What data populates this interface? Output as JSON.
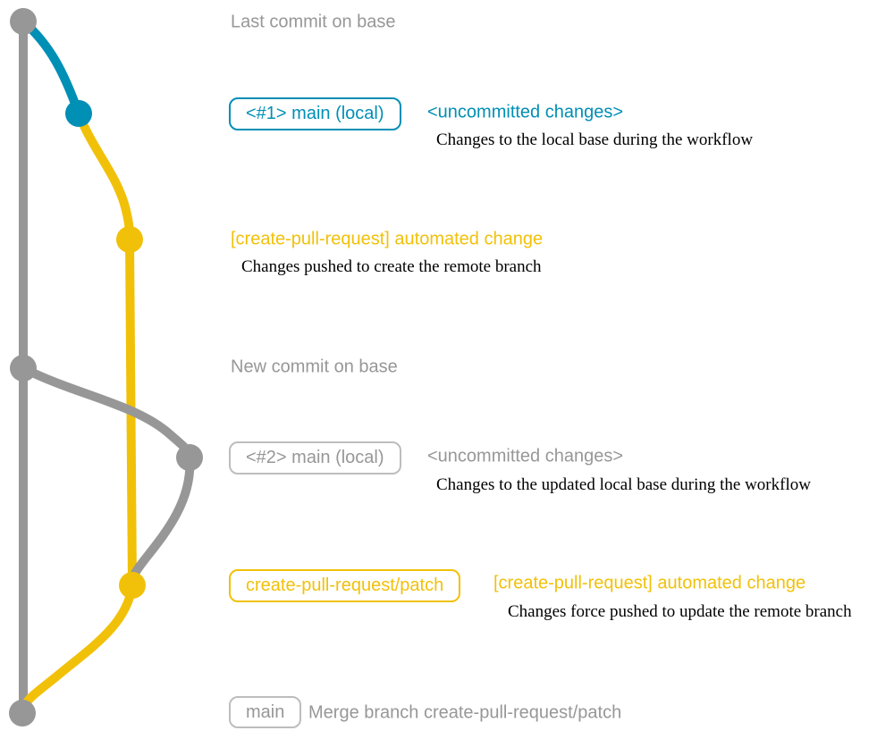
{
  "colors": {
    "base_gray": "#979797",
    "branch_blue": "#008fb5",
    "branch_yellow": "#f1c109",
    "box_border_gray": "#bdbdbd",
    "text_black": "#000000"
  },
  "rows": {
    "last_commit": {
      "message": "Last commit on base"
    },
    "main_local_1": {
      "branch_label": "<#1> main (local)",
      "message": "<uncommitted changes>",
      "description": "Changes to the local base during the workflow"
    },
    "automated_change_1": {
      "message": "[create-pull-request] automated change",
      "description": "Changes pushed to create the remote branch"
    },
    "new_commit": {
      "message": "New commit on base"
    },
    "main_local_2": {
      "branch_label": "<#2> main (local)",
      "message": "<uncommitted changes>",
      "description": "Changes to the updated local base during the workflow"
    },
    "automated_change_2": {
      "branch_label": "create-pull-request/patch",
      "message": "[create-pull-request] automated change",
      "description": "Changes force pushed to update the remote branch"
    },
    "merge": {
      "branch_label": "main",
      "message": "Merge branch create-pull-request/patch"
    }
  }
}
